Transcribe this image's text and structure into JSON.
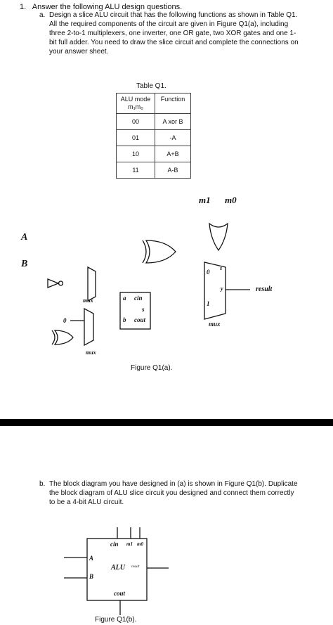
{
  "question": {
    "number": "1.",
    "title": "Answer the following ALU design questions."
  },
  "part_a": {
    "label": "a.",
    "lines": [
      "Design a slice ALU circuit that has the following functions as shown in Table Q1.",
      "All the required components of the circuit are given in Figure Q1(a), including",
      "three 2-to-1 multiplexers, one inverter, one OR gate, two XOR gates and one 1-",
      "bit full adder. You need to draw the slice circuit and complete the connections on",
      "your answer sheet."
    ]
  },
  "table_q1": {
    "caption": "Table Q1.",
    "headers": [
      "ALU mode",
      "Function"
    ],
    "subheader": "m₁m₀",
    "rows": [
      {
        "mode": "00",
        "function": "A xor B"
      },
      {
        "mode": "01",
        "function": "-A"
      },
      {
        "mode": "10",
        "function": "A+B"
      },
      {
        "mode": "11",
        "function": "A-B"
      }
    ]
  },
  "figure_a": {
    "m1": "m1",
    "m0": "m0",
    "input_a": "A",
    "input_b": "B",
    "mux_label": "mux",
    "mux_label_2": "mux",
    "mux_label_3": "mux",
    "zero_input": "0",
    "fa_a": "a",
    "fa_cin": "cin",
    "fa_s": "s",
    "fa_b": "b",
    "fa_cout": "cout",
    "big_mux_0": "0",
    "big_mux_1": "1",
    "big_mux_s": "s",
    "big_mux_y": "y",
    "result": "result",
    "caption": "Figure Q1(a)."
  },
  "part_b": {
    "label": "b.",
    "lines": [
      "The block diagram you have designed in (a) is shown in Figure Q1(b). Duplicate",
      "the block diagram of ALU slice circuit you designed and connect them correctly",
      "to be a 4-bit ALU circuit."
    ]
  },
  "figure_b": {
    "cin": "cin",
    "m1": "m1",
    "m0": "m0",
    "a": "A",
    "b": "B",
    "alu": "ALU",
    "result": "result",
    "cout": "cout",
    "caption": "Figure Q1(b)."
  }
}
